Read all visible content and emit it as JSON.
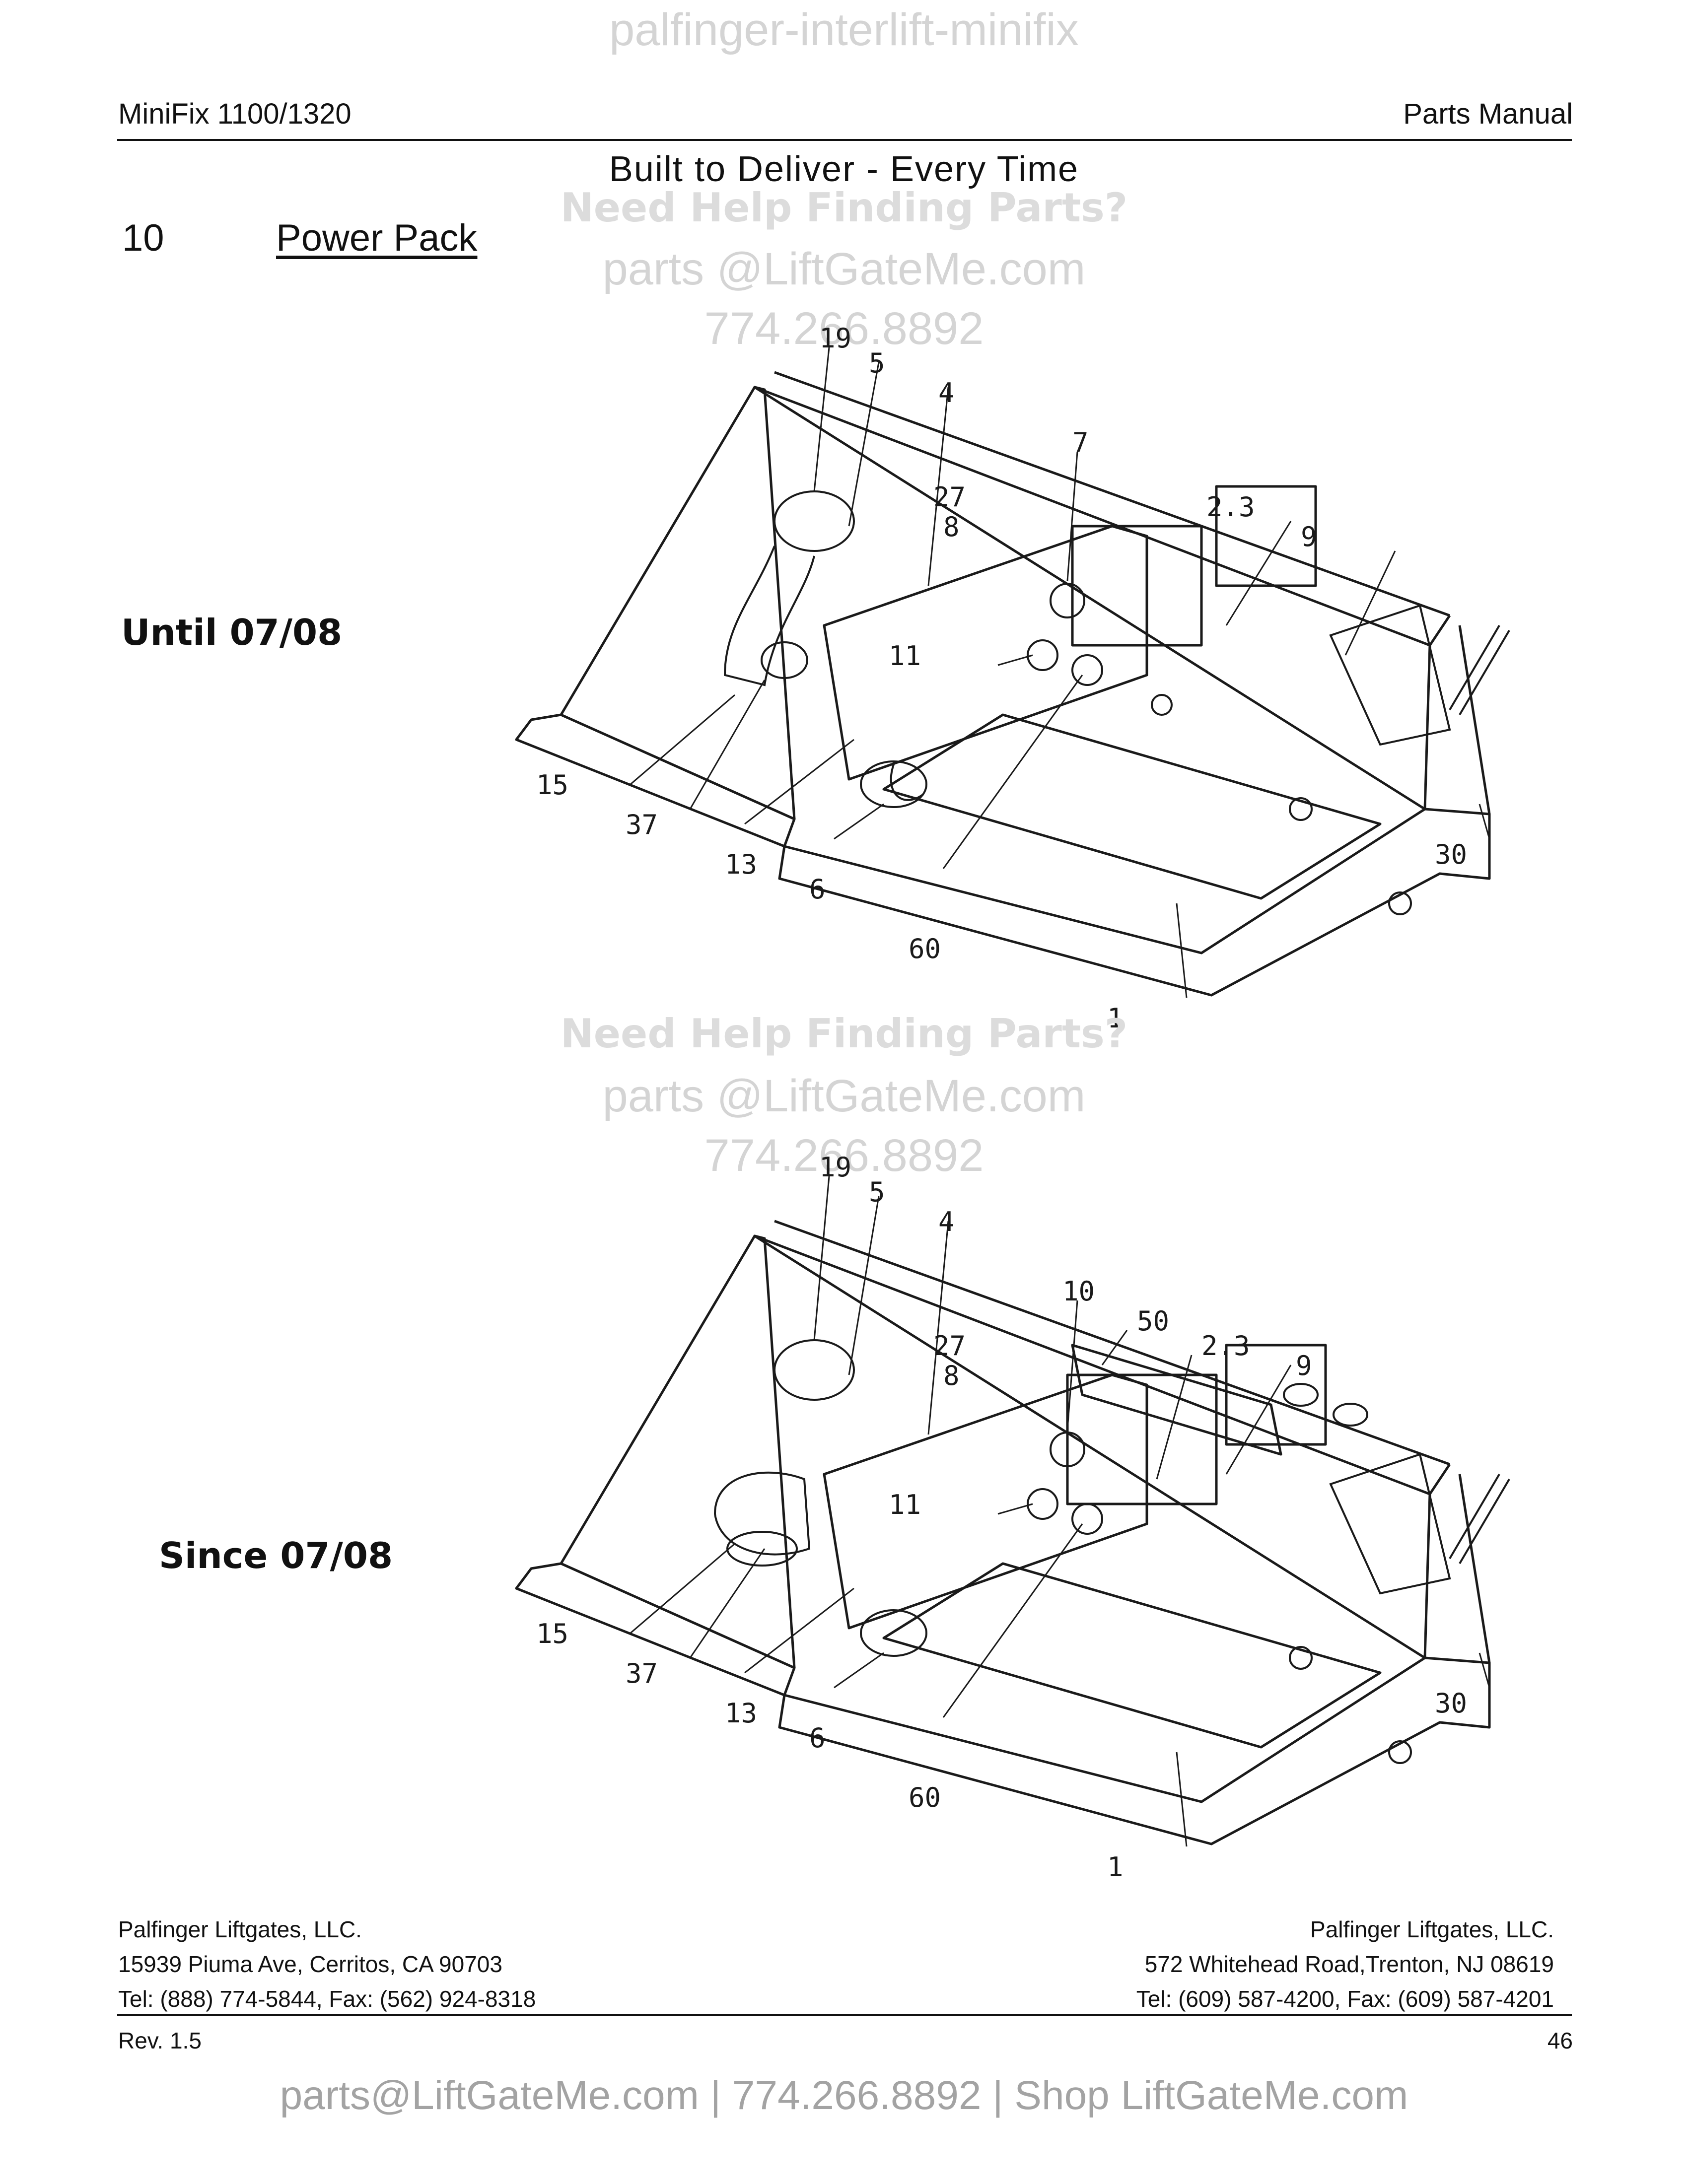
{
  "watermark": {
    "top": "palfinger-interlift-minifix",
    "help_heading": "Need Help Finding Parts?",
    "help_email": "parts @LiftGateMe.com",
    "help_phone": "774.266.8892"
  },
  "header": {
    "left": "MiniFix 1100/1320",
    "right": "Parts Manual",
    "tagline": "Built to Deliver - Every Time"
  },
  "section": {
    "number": "10",
    "title": "Power Pack"
  },
  "diagrams": [
    {
      "label": "Until 07/08",
      "callouts": [
        "19",
        "5",
        "4",
        "7",
        "27",
        "8",
        "2.3",
        "9",
        "11",
        "15",
        "37",
        "13",
        "6",
        "60",
        "1",
        "30"
      ]
    },
    {
      "label": "Since 07/08",
      "callouts": [
        "19",
        "5",
        "4",
        "10",
        "50",
        "2.3",
        "9",
        "27",
        "8",
        "11",
        "15",
        "37",
        "13",
        "6",
        "60",
        "1",
        "30"
      ]
    }
  ],
  "footer": {
    "left": [
      "Palfinger Liftgates, LLC.",
      "15939 Piuma Ave, Cerritos, CA 90703",
      "Tel: (888) 774-5844, Fax: (562) 924-8318"
    ],
    "right": [
      "Palfinger Liftgates, LLC.",
      "572 Whitehead Road,Trenton, NJ 08619",
      "Tel: (609) 587-4200, Fax: (609) 587-4201"
    ],
    "revision": "Rev. 1.5",
    "page": "46",
    "promo": "parts@LiftGateMe.com | 774.266.8892 | Shop LiftGateMe.com"
  }
}
